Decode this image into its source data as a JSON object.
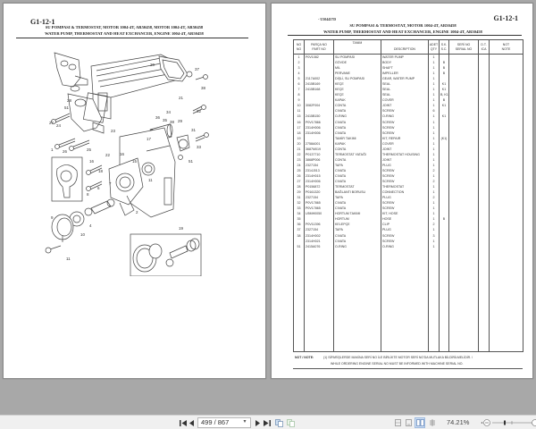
{
  "left_page": {
    "code": "G1-12-1",
    "title_tr": "SU POMPASI & TERMOSTAT, MOTOR 1004-4T, AR50458, MOTOR 1004-4T, AR50458",
    "title_en": "WATER PUMP, THERMOSTAT AND HEAT EXCHANCER, ENGINE 1004-4T, AR50458",
    "callouts": [
      "20",
      "37",
      "38",
      "21",
      "28",
      "51",
      "34",
      "32",
      "36",
      "35",
      "38",
      "29",
      "31",
      "27",
      "24",
      "23",
      "33",
      "26",
      "25",
      "22",
      "17",
      "51",
      "1",
      "16",
      "15",
      "16",
      "11",
      "18",
      "7",
      "8",
      "6",
      "2",
      "9",
      "4",
      "10",
      "11",
      "19"
    ]
  },
  "right_page": {
    "serial_ref": "- U504457D",
    "code": "G1-12-1",
    "title_tr": "SU POMPASI & TERMOSTAT, MOTOR 1004-4T, AR50458",
    "title_en": "WATER PUMP, THERMOSTAT AND HEAT EXCHANCER, ENGINE 1004-4T, AR50458",
    "table": {
      "headers": [
        {
          "l1": "NO",
          "l2": "NO"
        },
        {
          "l1": "PARÇA NO",
          "l2": "PART NO"
        },
        {
          "l1": "TANIM",
          "l2": ""
        },
        {
          "l1": "",
          "l2": "DESCRIPTION"
        },
        {
          "l1": "ADET",
          "l2": "QTY"
        },
        {
          "l1": "S.K.",
          "l2": "S.C."
        },
        {
          "l1": "SERİ NO",
          "l2": "SERIAL NO"
        },
        {
          "l1": "D.T.",
          "l2": "ICA"
        },
        {
          "l1": "NOT",
          "l2": "NOTE"
        }
      ],
      "rows": [
        {
          "no": "1",
          "part": "P0V1082",
          "tanim": "SU POMPASI",
          "desc": "WATER PUMP",
          "qty": "1",
          "sc": "",
          "serial": "",
          "dt": "",
          "note": ""
        },
        {
          "no": "2",
          "part": "",
          "tanim": "GÖVDE",
          "desc": "BODY",
          "qty": "1",
          "sc": "B",
          "serial": "",
          "dt": "",
          "note": ""
        },
        {
          "no": "3",
          "part": "",
          "tanim": "MİL",
          "desc": "SHAFT",
          "qty": "1",
          "sc": "B",
          "serial": "",
          "dt": "",
          "note": ""
        },
        {
          "no": "4",
          "part": "",
          "tanim": "PERVANE",
          "desc": "IMPELLER",
          "qty": "1",
          "sc": "B",
          "serial": "",
          "dt": "",
          "note": ""
        },
        {
          "no": "5",
          "part": "2117A002",
          "tanim": "DİŞLİ, SU POMPASI",
          "desc": "GEAR, WATER PUMP",
          "qty": "1",
          "sc": "",
          "serial": "",
          "dt": "",
          "note": ""
        },
        {
          "no": "6",
          "part": "2415B169",
          "tanim": "KEÇE",
          "desc": "SEAL",
          "qty": "1",
          "sc": "K1",
          "serial": "",
          "dt": "",
          "note": ""
        },
        {
          "no": "7",
          "part": "2415B168",
          "tanim": "KEÇE",
          "desc": "SEAL",
          "qty": "1",
          "sc": "K1",
          "serial": "",
          "dt": "",
          "note": ""
        },
        {
          "no": "8",
          "part": "",
          "tanim": "KEÇE",
          "desc": "SEAL",
          "qty": "1",
          "sc": "B, K1",
          "serial": "",
          "dt": "",
          "note": ""
        },
        {
          "no": "9",
          "part": "",
          "tanim": "KAPAK",
          "desc": "COVER",
          "qty": "1",
          "sc": "B",
          "serial": "",
          "dt": "",
          "note": ""
        },
        {
          "no": "10",
          "part": "3082F004",
          "tanim": "CONTA",
          "desc": "JOINT",
          "qty": "1",
          "sc": "K1",
          "serial": "",
          "dt": "",
          "note": ""
        },
        {
          "no": "11",
          "part": "",
          "tanim": "CIVATA",
          "desc": "SCREW",
          "qty": "6",
          "sc": "",
          "serial": "",
          "dt": "",
          "note": ""
        },
        {
          "no": "15",
          "part": "2415B150",
          "tanim": "O-RING",
          "desc": "O-RING",
          "qty": "1",
          "sc": "K1",
          "serial": "",
          "dt": "",
          "note": ""
        },
        {
          "no": "16",
          "part": "P0V17866",
          "tanim": "CIVATA",
          "desc": "SCREW",
          "qty": "1",
          "sc": "",
          "serial": "",
          "dt": "",
          "note": ""
        },
        {
          "no": "17",
          "part": "2314H006",
          "tanim": "CIVATA",
          "desc": "SCREW",
          "qty": "1",
          "sc": "",
          "serial": "",
          "dt": "",
          "note": ""
        },
        {
          "no": "18",
          "part": "2314H006",
          "tanim": "CIVATA",
          "desc": "SCREW",
          "qty": "1",
          "sc": "",
          "serial": "",
          "dt": "",
          "note": ""
        },
        {
          "no": "19",
          "part": "",
          "tanim": "TAMİR TAKIMI",
          "desc": "KIT, REPAIR",
          "qty": "1",
          "sc": "(K1)",
          "serial": "",
          "dt": "",
          "note": ""
        },
        {
          "no": "20",
          "part": "2758A001",
          "tanim": "KAPAK",
          "desc": "COVER",
          "qty": "1",
          "sc": "",
          "serial": "",
          "dt": "",
          "note": ""
        },
        {
          "no": "21",
          "part": "3687M019",
          "tanim": "CONTA",
          "desc": "JOINT",
          "qty": "1",
          "sc": "",
          "serial": "",
          "dt": "",
          "note": ""
        },
        {
          "no": "22",
          "part": "P0137710",
          "tanim": "TERMOSTAT YATAĞI",
          "desc": "THERMOSTAT HOUSING",
          "qty": "1",
          "sc": "",
          "serial": "",
          "dt": "",
          "note": ""
        },
        {
          "no": "23",
          "part": "3868P006",
          "tanim": "CONTA",
          "desc": "JOINT",
          "qty": "1",
          "sc": "",
          "serial": "",
          "dt": "",
          "note": ""
        },
        {
          "no": "24",
          "part": "2327154",
          "tanim": "TAPA",
          "desc": "PLUG",
          "qty": "1",
          "sc": "",
          "serial": "",
          "dt": "",
          "note": ""
        },
        {
          "no": "25",
          "part": "2314J013",
          "tanim": "CIVATA",
          "desc": "SCREW",
          "qty": "2",
          "sc": "",
          "serial": "",
          "dt": "",
          "note": ""
        },
        {
          "no": "26",
          "part": "2314H015",
          "tanim": "CIVATA",
          "desc": "SCREW",
          "qty": "1",
          "sc": "",
          "serial": "",
          "dt": "",
          "note": ""
        },
        {
          "no": "27",
          "part": "2314H006",
          "tanim": "CIVATA",
          "desc": "SCREW",
          "qty": "2",
          "sc": "",
          "serial": "",
          "dt": "",
          "note": ""
        },
        {
          "no": "28",
          "part": "P0156872",
          "tanim": "TERMOSTAT",
          "desc": "THERMOSTAT",
          "qty": "1",
          "sc": "",
          "serial": "",
          "dt": "",
          "note": ""
        },
        {
          "no": "29",
          "part": "P0161320",
          "tanim": "BAĞLANTI BORUSU",
          "desc": "CONNECTION",
          "qty": "1",
          "sc": "",
          "serial": "",
          "dt": "",
          "note": ""
        },
        {
          "no": "31",
          "part": "2327154",
          "tanim": "TAPA",
          "desc": "PLUG",
          "qty": "2",
          "sc": "",
          "serial": "",
          "dt": "",
          "note": ""
        },
        {
          "no": "32",
          "part": "P0V17865",
          "tanim": "CIVATA",
          "desc": "SCREW",
          "qty": "1",
          "sc": "",
          "serial": "",
          "dt": "",
          "note": ""
        },
        {
          "no": "33",
          "part": "P0V17865",
          "tanim": "CIVATA",
          "desc": "SCREW",
          "qty": "1",
          "sc": "",
          "serial": "",
          "dt": "",
          "note": ""
        },
        {
          "no": "34",
          "part": "U5MH0050",
          "tanim": "HORTUM TAKIMI",
          "desc": "KIT, HOSE",
          "qty": "1",
          "sc": "",
          "serial": "",
          "dt": "",
          "note": ""
        },
        {
          "no": "35",
          "part": "",
          "tanim": "HORTUM",
          "desc": "HOSE",
          "qty": "1",
          "sc": "B",
          "serial": "",
          "dt": "",
          "note": ""
        },
        {
          "no": "36",
          "part": "P0V11396",
          "tanim": "KELEPÇE",
          "desc": "CLIP",
          "qty": "2",
          "sc": "",
          "serial": "",
          "dt": "",
          "note": ""
        },
        {
          "no": "37",
          "part": "2327154",
          "tanim": "TAPA",
          "desc": "PLUG",
          "qty": "1",
          "sc": "",
          "serial": "",
          "dt": "",
          "note": ""
        },
        {
          "no": "38",
          "part": "2314H002",
          "tanim": "CIVATA",
          "desc": "SCREW",
          "qty": "3",
          "sc": "",
          "serial": "",
          "dt": "",
          "note": ""
        },
        {
          "no": "",
          "part": "2314H021",
          "tanim": "CIVATA",
          "desc": "SCREW",
          "qty": "1",
          "sc": "",
          "serial": "",
          "dt": "",
          "note": ""
        },
        {
          "no": "51",
          "part": "2415A076",
          "tanim": "O-RING",
          "desc": "O-RING",
          "qty": "1",
          "sc": "",
          "serial": "",
          "dt": "",
          "note": ""
        }
      ]
    },
    "note_label": "NOT / NOTE:",
    "note_tr": "(1)  SİPARİŞLERDE MAKİNA SERİ NO İLE BİRLİKTE MOTOR SERİ NO'DA MUTLAKA BİLDİRİLMELİDİR. /",
    "note_en": "WHILE ORDERING ENGINE SERIAL NO MUST BE INFORMED WITH MACHINE SERIAL NO."
  },
  "toolbar": {
    "page_display": "499 / 867",
    "current_page": 499,
    "total_pages": 867,
    "zoom_level": "74.21%",
    "buttons": [
      "first-page",
      "previous-page",
      "next-page",
      "last-page",
      "rotate",
      "copy",
      "single-page",
      "continuous",
      "two-page",
      "two-page-continuous",
      "zoom-out",
      "zoom-in"
    ],
    "active_view": "two-page",
    "accent": "#a9c3e6"
  }
}
